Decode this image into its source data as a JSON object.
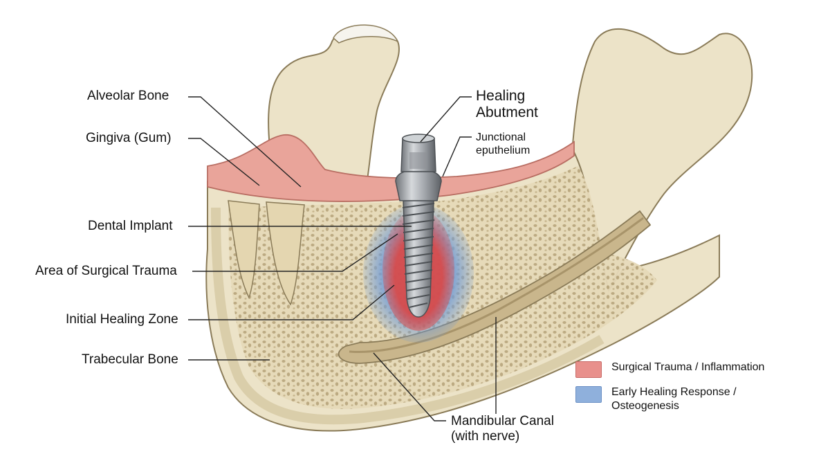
{
  "labels": {
    "alveolar_bone": "Alveolar Bone",
    "gingiva": "Gingiva (Gum)",
    "dental_implant": "Dental Implant",
    "surgical_trauma": "Area of Surgical Trauma",
    "initial_healing": "Initial Healing Zone",
    "trabecular_bone": "Trabecular Bone",
    "healing_abutment_line1": "Healing",
    "healing_abutment_line2": "Abutment",
    "junctional_line1": "Junctional",
    "junctional_line2": "eputhelium",
    "mandibular_canal_line1": "Mandibular Canal",
    "mandibular_canal_line2": "(with nerve)"
  },
  "legend": [
    {
      "label": "Surgical Trauma / Inflammation",
      "color": "#e8908c"
    },
    {
      "label_line1": "Early Healing Response /",
      "label_line2": "Osteogenesis",
      "color": "#8fb0dc"
    }
  ],
  "colors": {
    "bone": "#ece3c8",
    "bone_shadow": "#cdbf99",
    "gum": "#e9a49a",
    "trauma": "#e0403c",
    "healing": "#6f9bd8",
    "implant": "#9a9ea3"
  }
}
